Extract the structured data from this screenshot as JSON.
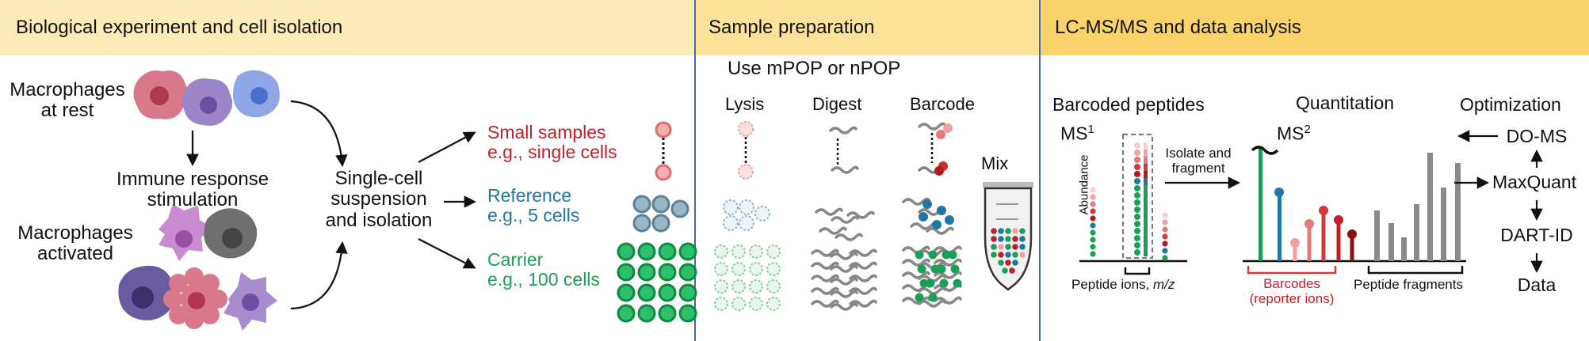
{
  "headers": {
    "bio": "Biological experiment and cell isolation",
    "prep": "Sample preparation",
    "lcms": "LC-MS/MS and data analysis"
  },
  "bio": {
    "rest_line1": "Macrophages",
    "rest_line2": "at rest",
    "stim_line1": "Immune response",
    "stim_line2": "stimulation",
    "act_line1": "Macrophages",
    "act_line2": "activated",
    "iso_line1": "Single-cell",
    "iso_line2": "suspension",
    "iso_line3": "and isolation",
    "small_title": "Small samples",
    "small_sub": "e.g., single cells",
    "ref_title": "Reference",
    "ref_sub": "e.g., 5 cells",
    "carrier_title": "Carrier",
    "carrier_sub": "e.g., 100 cells"
  },
  "prep": {
    "method": "Use mPOP or nPOP",
    "steps": [
      "Lysis",
      "Digest",
      "Barcode"
    ],
    "mix": "Mix"
  },
  "lcms": {
    "barcoded_peptides": "Barcoded peptides",
    "ms1": "MS",
    "ms1_sup": "1",
    "ms2": "MS",
    "ms2_sup": "2",
    "abundance": "Abundance",
    "peptide_ions": "Peptide ions,",
    "mz": "m/z",
    "isolate_line1": "Isolate and",
    "isolate_line2": "fragment",
    "quantitation": "Quantitation",
    "barcodes_line1": "Barcodes",
    "barcodes_line2": "(reporter ions)",
    "peptide_fragments": "Peptide fragments",
    "optimization": "Optimization",
    "tools": [
      "DO-MS",
      "MaxQuant",
      "DART-ID",
      "Data"
    ]
  },
  "colors": {
    "small": "#c0202a",
    "reference": "#1f77a6",
    "carrier": "#1aa056",
    "header1": "#fdecb7",
    "header2": "#fde39a",
    "header3": "#fbd36b"
  }
}
